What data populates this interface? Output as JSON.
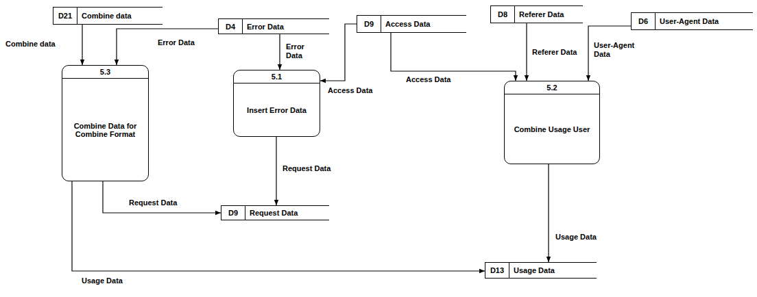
{
  "diagram": {
    "nodes": [
      {
        "text": [
          "D21",
          "Combine data"
        ]
      },
      {
        "text": [
          "D4",
          "Error Data"
        ]
      },
      {
        "text": [
          "D9",
          "Access Data"
        ]
      },
      {
        "text": [
          "D8",
          "Referer Data"
        ]
      },
      {
        "text": [
          "D6",
          "User-Agent Data"
        ]
      },
      {
        "text": [
          "5.3",
          "Combine Data for Combine Format"
        ]
      },
      {
        "text": [
          "5.1",
          "Insert Error Data"
        ]
      },
      {
        "text": [
          "5.2",
          "Combine Usage User"
        ]
      },
      {
        "text": [
          "D9",
          "Request Data"
        ]
      },
      {
        "text": [
          "D13",
          "Usage Data"
        ]
      }
    ],
    "edges": [
      {
        "from": 0,
        "to": 5,
        "arrow": "to",
        "label": "Combine data"
      },
      {
        "from": 1,
        "to": 5,
        "arrow": "to",
        "label": "Error Data"
      },
      {
        "from": 1,
        "to": 6,
        "arrow": "to",
        "label": "Error Data"
      },
      {
        "from": 2,
        "to": 6,
        "arrow": "to",
        "label": "Access Data"
      },
      {
        "from": 2,
        "to": 7,
        "arrow": "to",
        "label": "Access Data"
      },
      {
        "from": 3,
        "to": 7,
        "arrow": "to",
        "label": "Referer Data"
      },
      {
        "from": 4,
        "to": 7,
        "arrow": "to",
        "label": "User-Agent Data"
      },
      {
        "from": 5,
        "to": 8,
        "arrow": "to",
        "label": "Request Data"
      },
      {
        "from": 6,
        "to": 8,
        "arrow": "to",
        "label": "Request Data"
      },
      {
        "from": 7,
        "to": 9,
        "arrow": "to",
        "label": "Usage Data"
      },
      {
        "from": 5,
        "to": 9,
        "arrow": "to",
        "label": "Usage Data"
      }
    ]
  }
}
